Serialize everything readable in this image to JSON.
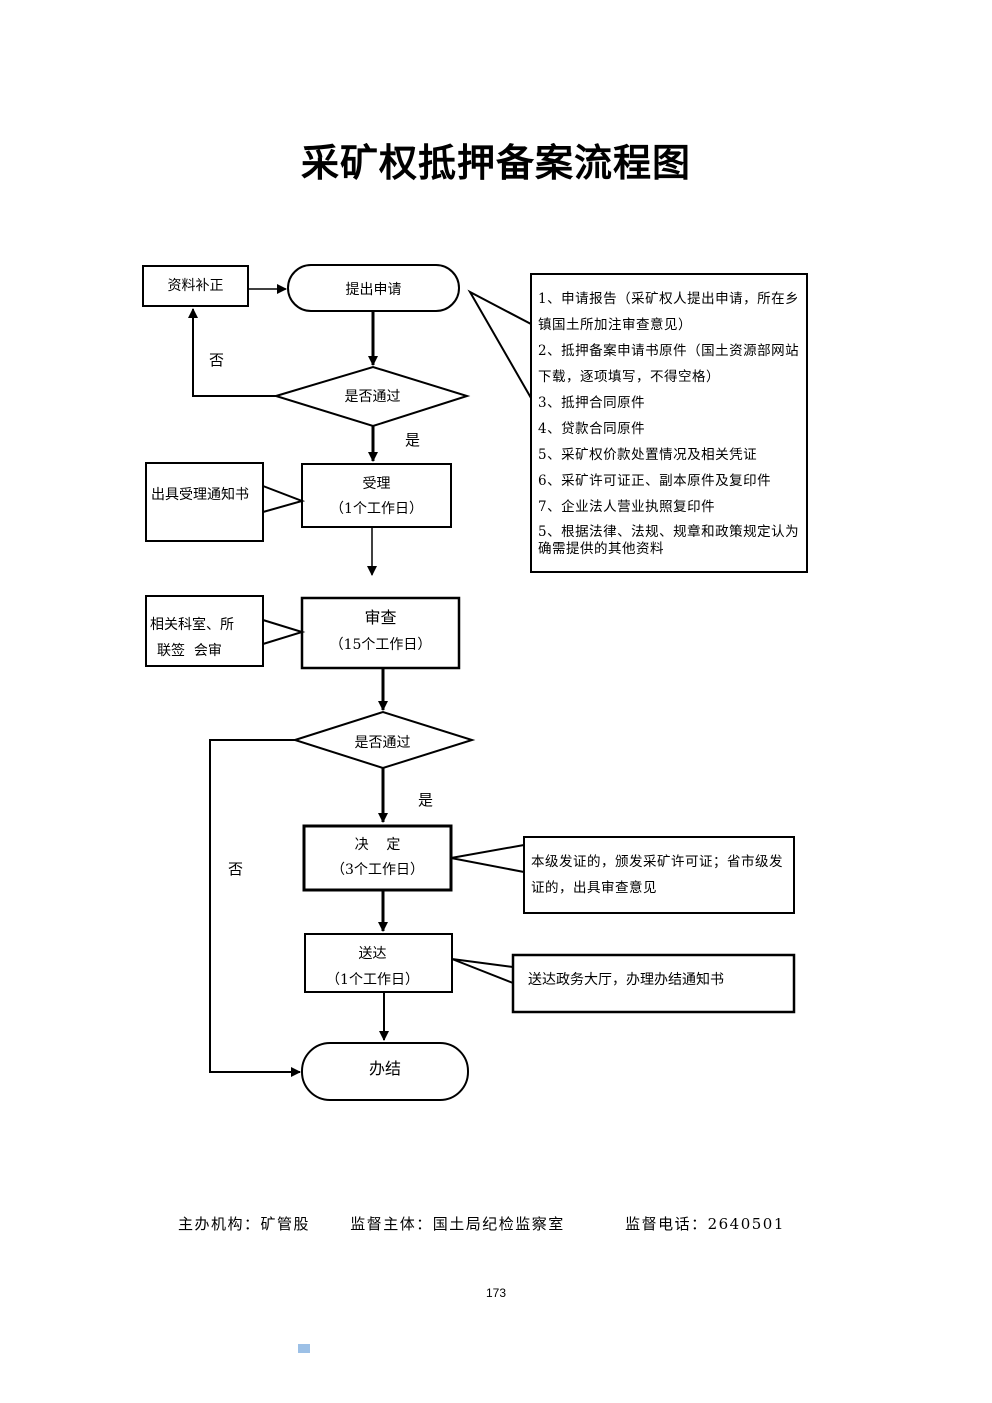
{
  "title": "采矿权抵押备案流程图",
  "nodes": {
    "supplement": "资料补正",
    "apply": "提出申请",
    "check1": "是否通过",
    "accept": "受理",
    "accept_time": "（1个工作日）",
    "accept_note": "出具受理通知书",
    "review": "审查",
    "review_time": "（15个工作日）",
    "review_note_line1": "相关科室、所",
    "review_note_line2": "联签  会审",
    "check2": "是否通过",
    "decide": "决    定",
    "decide_time": "（3个工作日）",
    "decide_note": "本级发证的，颁发采矿许可证；省市级发证的，出具审查意见",
    "deliver": "送达",
    "deliver_time": "（1个工作日）",
    "deliver_note": "送达政务大厅，办理办结通知书",
    "finish": "办结"
  },
  "edge_labels": {
    "no1": "否",
    "yes1": "是",
    "yes2": "是",
    "no2": "否"
  },
  "documents": [
    "1、申请报告（采矿权人提出申请，所在乡镇国土所加注审查意见）",
    "2、抵押备案申请书原件（国土资源部网站下载，逐项填写，不得空格）",
    "3、抵押合同原件",
    "4、贷款合同原件",
    "5、采矿权价款处置情况及相关凭证",
    "6、采矿许可证正、副本原件及复印件",
    "7、企业法人营业执照复印件",
    "5、根据法律、法规、规章和政策规定认为确需提供的其他资料"
  ],
  "footer": {
    "org": "主办机构：矿管股",
    "supervisor": "监督主体：国土局纪检监察室",
    "phone": "监督电话：2640501"
  },
  "page_number": "173"
}
